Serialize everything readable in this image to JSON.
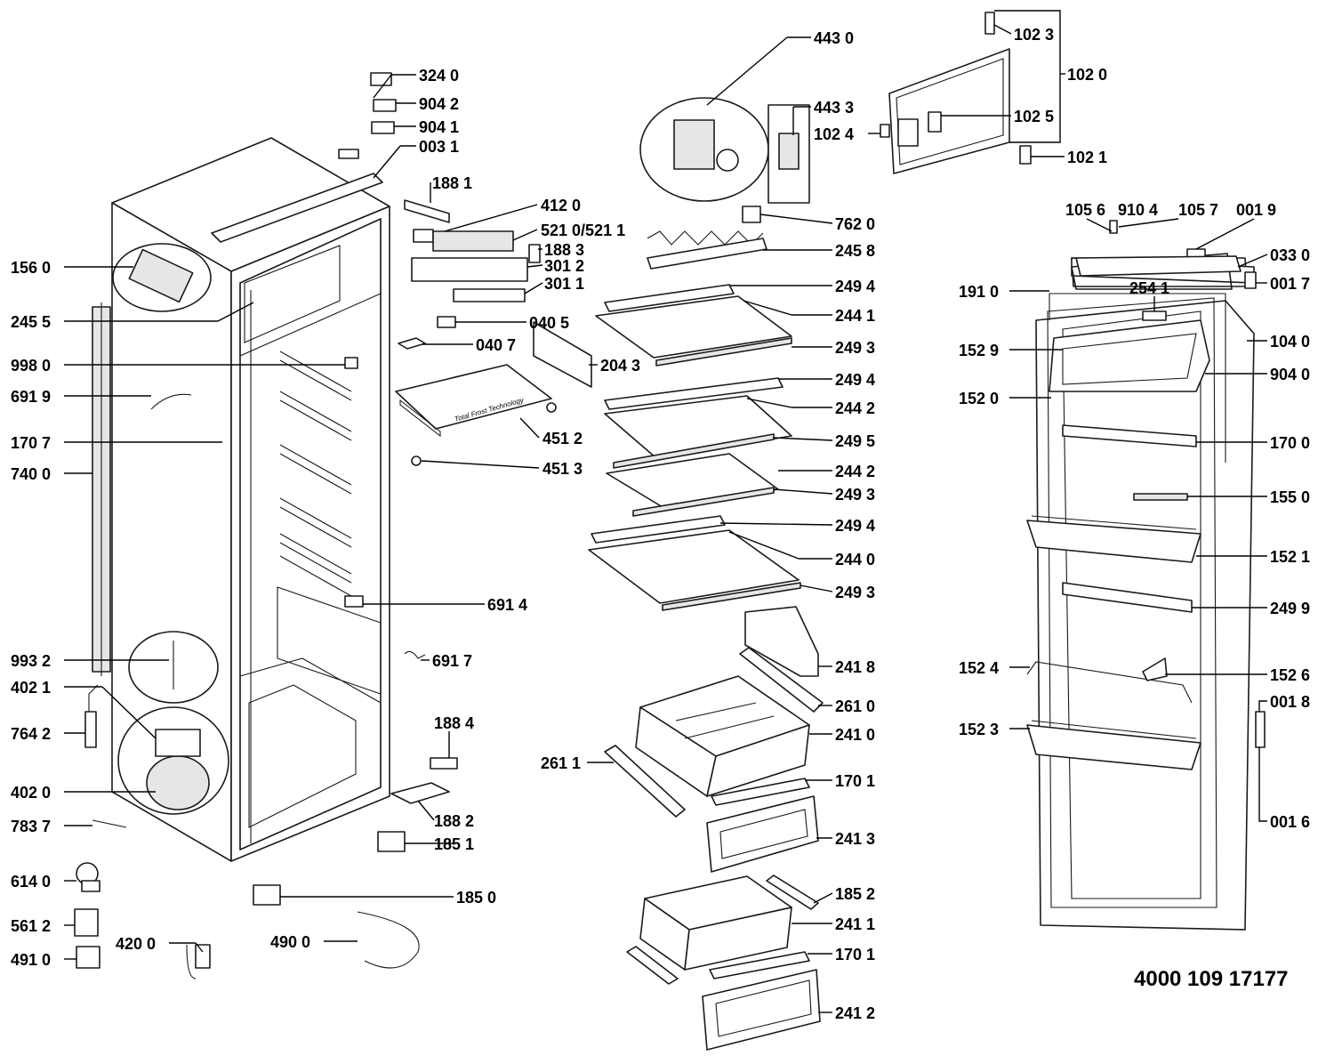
{
  "document_number": "4000 109 17177",
  "drawer_stamp": "Total Frost Technology",
  "labels": [
    {
      "id": "324-0",
      "text": "324 0"
    },
    {
      "id": "904-2",
      "text": "904 2"
    },
    {
      "id": "904-1",
      "text": "904 1"
    },
    {
      "id": "003-1",
      "text": "003 1"
    },
    {
      "id": "188-1",
      "text": "188 1"
    },
    {
      "id": "412-0",
      "text": "412 0"
    },
    {
      "id": "521-0",
      "text": "521 0/521 1"
    },
    {
      "id": "188-3",
      "text": "188 3"
    },
    {
      "id": "301-2",
      "text": "301 2"
    },
    {
      "id": "301-1",
      "text": "301 1"
    },
    {
      "id": "040-5",
      "text": "040 5"
    },
    {
      "id": "040-7",
      "text": "040 7"
    },
    {
      "id": "204-3",
      "text": "204 3"
    },
    {
      "id": "451-2",
      "text": "451 2"
    },
    {
      "id": "451-3",
      "text": "451 3"
    },
    {
      "id": "156-0",
      "text": "156 0"
    },
    {
      "id": "245-5",
      "text": "245 5"
    },
    {
      "id": "998-0",
      "text": "998 0"
    },
    {
      "id": "691-9",
      "text": "691 9"
    },
    {
      "id": "170-7",
      "text": "170 7"
    },
    {
      "id": "740-0",
      "text": "740 0"
    },
    {
      "id": "691-4",
      "text": "691 4"
    },
    {
      "id": "691-7",
      "text": "691 7"
    },
    {
      "id": "993-2",
      "text": "993 2"
    },
    {
      "id": "402-1",
      "text": "402 1"
    },
    {
      "id": "764-2",
      "text": "764 2"
    },
    {
      "id": "402-0",
      "text": "402 0"
    },
    {
      "id": "783-7",
      "text": "783 7"
    },
    {
      "id": "188-4",
      "text": "188 4"
    },
    {
      "id": "188-2",
      "text": "188 2"
    },
    {
      "id": "185-1",
      "text": "185 1"
    },
    {
      "id": "185-0",
      "text": "185 0"
    },
    {
      "id": "614-0",
      "text": "614 0"
    },
    {
      "id": "561-2",
      "text": "561 2"
    },
    {
      "id": "491-0",
      "text": "491 0"
    },
    {
      "id": "420-0",
      "text": "420 0"
    },
    {
      "id": "490-0",
      "text": "490 0"
    },
    {
      "id": "443-0",
      "text": "443 0"
    },
    {
      "id": "443-3",
      "text": "443 3"
    },
    {
      "id": "102-4",
      "text": "102 4"
    },
    {
      "id": "102-3",
      "text": "102 3"
    },
    {
      "id": "102-0",
      "text": "102 0"
    },
    {
      "id": "102-5",
      "text": "102 5"
    },
    {
      "id": "102-1",
      "text": "102 1"
    },
    {
      "id": "762-0",
      "text": "762 0"
    },
    {
      "id": "245-8",
      "text": "245 8"
    },
    {
      "id": "249-4a",
      "text": "249 4"
    },
    {
      "id": "244-1",
      "text": "244 1"
    },
    {
      "id": "249-3a",
      "text": "249 3"
    },
    {
      "id": "249-4b",
      "text": "249 4"
    },
    {
      "id": "244-2a",
      "text": "244 2"
    },
    {
      "id": "249-5",
      "text": "249 5"
    },
    {
      "id": "244-2b",
      "text": "244 2"
    },
    {
      "id": "249-3b",
      "text": "249 3"
    },
    {
      "id": "249-4c",
      "text": "249 4"
    },
    {
      "id": "244-0",
      "text": "244 0"
    },
    {
      "id": "249-3c",
      "text": "249 3"
    },
    {
      "id": "241-8",
      "text": "241 8"
    },
    {
      "id": "261-0",
      "text": "261 0"
    },
    {
      "id": "241-0",
      "text": "241 0"
    },
    {
      "id": "261-1",
      "text": "261 1"
    },
    {
      "id": "170-1a",
      "text": "170 1"
    },
    {
      "id": "241-3",
      "text": "241 3"
    },
    {
      "id": "185-2",
      "text": "185 2"
    },
    {
      "id": "241-1",
      "text": "241 1"
    },
    {
      "id": "170-1b",
      "text": "170 1"
    },
    {
      "id": "241-2",
      "text": "241 2"
    },
    {
      "id": "105-6",
      "text": "105 6"
    },
    {
      "id": "910-4",
      "text": "910 4"
    },
    {
      "id": "105-7",
      "text": "105 7"
    },
    {
      "id": "001-9",
      "text": "001 9"
    },
    {
      "id": "033-0",
      "text": "033 0"
    },
    {
      "id": "001-7",
      "text": "001 7"
    },
    {
      "id": "191-0",
      "text": "191 0"
    },
    {
      "id": "254-1",
      "text": "254 1"
    },
    {
      "id": "104-0",
      "text": "104 0"
    },
    {
      "id": "152-9",
      "text": "152 9"
    },
    {
      "id": "904-0",
      "text": "904 0"
    },
    {
      "id": "152-0",
      "text": "152 0"
    },
    {
      "id": "170-0",
      "text": "170 0"
    },
    {
      "id": "155-0",
      "text": "155 0"
    },
    {
      "id": "152-1",
      "text": "152 1"
    },
    {
      "id": "249-9",
      "text": "249 9"
    },
    {
      "id": "152-4",
      "text": "152 4"
    },
    {
      "id": "152-6",
      "text": "152 6"
    },
    {
      "id": "001-8",
      "text": "001 8"
    },
    {
      "id": "152-3",
      "text": "152 3"
    },
    {
      "id": "001-6",
      "text": "001 6"
    }
  ]
}
